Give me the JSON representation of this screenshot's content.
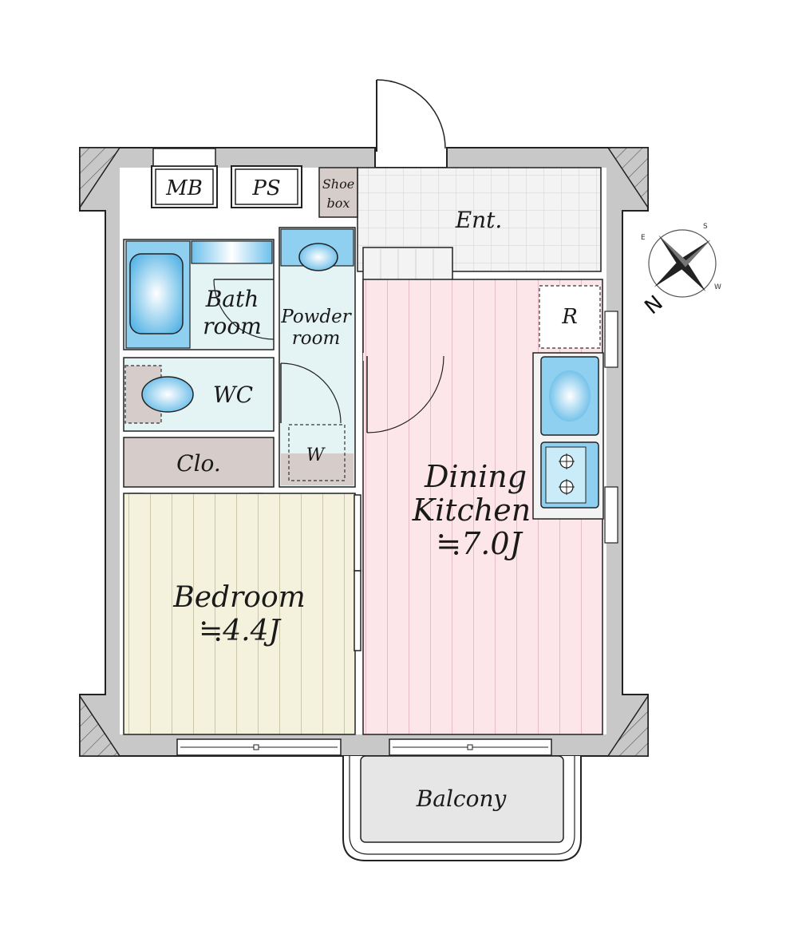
{
  "rooms": {
    "mb": "MB",
    "ps": "PS",
    "shoe_box_line1": "Shoe",
    "shoe_box_line2": "box",
    "entrance": "Ent.",
    "bath_line1": "Bath",
    "bath_line2": "room",
    "powder_line1": "Powder",
    "powder_line2": "room",
    "wc": "WC",
    "closet": "Clo.",
    "washer": "W",
    "refrigerator": "R",
    "dining_line1": "Dining",
    "dining_line2": "Kitchen",
    "dining_size": "≒7.0J",
    "bedroom": "Bedroom",
    "bedroom_size": "≒4.4J",
    "balcony": "Balcony"
  },
  "compass": {
    "north_label": "N",
    "small_labels": [
      "E",
      "S",
      "W"
    ]
  },
  "colors": {
    "wall": "#c8c8c8",
    "wall_outline": "#222222",
    "bedroom_floor": "#f4f2dc",
    "dining_floor": "#fde6ea",
    "wet_area": "#e4f3f3",
    "fixture_blue": "#8fd0f0",
    "closet": "#d6ccc9",
    "balcony": "#e6e6e6",
    "entrance_tile": "#f2f2f2"
  }
}
